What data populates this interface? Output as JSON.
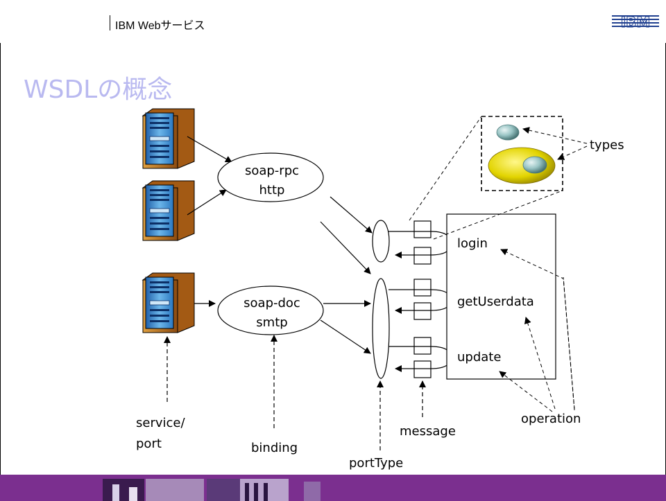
{
  "header": {
    "title": "IBM Webサービス",
    "logo_text": "IBM"
  },
  "slide": {
    "title": "WSDLの概念"
  },
  "diagram": {
    "ellipses": {
      "rpc_line1": "soap-rpc",
      "rpc_line2": "http",
      "doc_line1": "soap-doc",
      "doc_line2": "smtp"
    },
    "operations": [
      "login",
      "getUserdata",
      "update"
    ],
    "labels": {
      "types": "types",
      "service_line1": "service/",
      "service_line2": "port",
      "binding": "binding",
      "porttype": "portType",
      "message": "message",
      "operation": "operation"
    }
  },
  "colors": {
    "title": "#b9b9f0",
    "footer": "#7b2f8f",
    "server_blue": "#3a87c8",
    "server_orange": "#c77a1b",
    "type_ellipse": "#e2d400"
  }
}
